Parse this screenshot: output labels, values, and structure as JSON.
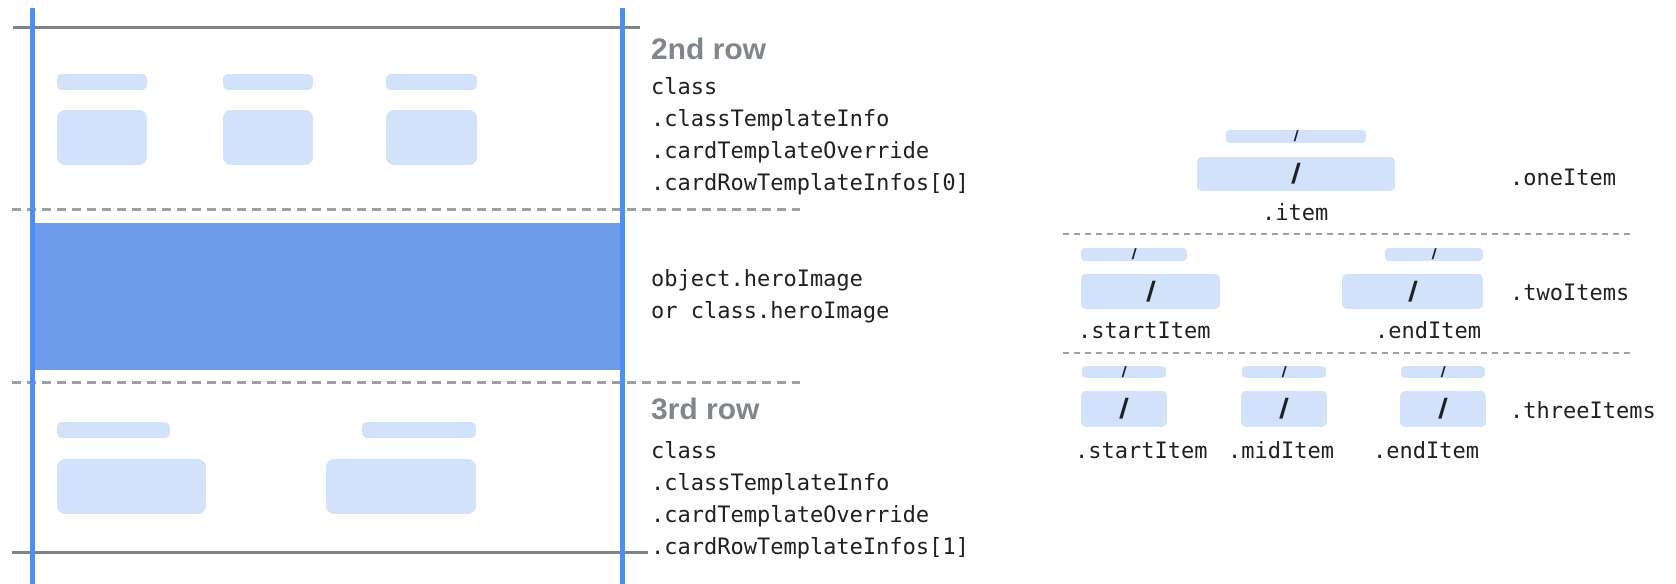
{
  "colors": {
    "placeholder_blue": "#d3e2fb",
    "hero_blue": "#6d9ceb",
    "edge_blue": "#4d8ef5",
    "solid_line_gray": "#7f8489",
    "dash_gray": "#9aa0a6",
    "heading_gray": "#80868b",
    "code_text": "#202124"
  },
  "annotations": {
    "row2": {
      "heading": "2nd row",
      "code_lines": [
        "class",
        ".classTemplateInfo",
        ".cardTemplateOverride",
        ".cardRowTemplateInfos[0]"
      ]
    },
    "hero": {
      "code_lines": [
        "object.heroImage",
        "or class.heroImage"
      ]
    },
    "row3": {
      "heading": "3rd row",
      "code_lines": [
        "class",
        ".classTemplateInfo",
        ".cardTemplateOverride",
        ".cardRowTemplateInfos[1]"
      ]
    }
  },
  "item_layouts": {
    "slash_glyph": "/",
    "one_item": {
      "row_label": ".oneItem",
      "item_labels": [
        ".item"
      ]
    },
    "two_items": {
      "row_label": ".twoItems",
      "item_labels": [
        ".startItem",
        ".endItem"
      ]
    },
    "three_items": {
      "row_label": ".threeItems",
      "item_labels": [
        ".startItem",
        ".midItem",
        ".endItem"
      ]
    }
  }
}
